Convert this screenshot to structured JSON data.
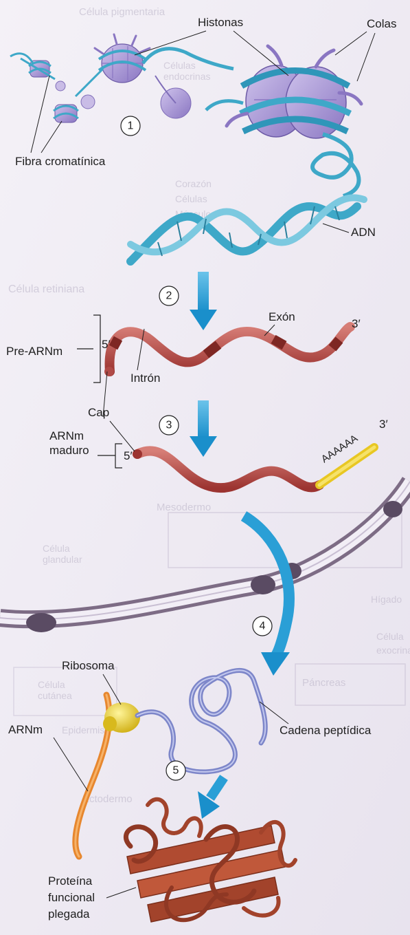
{
  "labels": {
    "histonas": "Histonas",
    "colas": "Colas",
    "fibra": "Fibra cromatínica",
    "adn": "ADN",
    "pre_arnm": "Pre-ARNm",
    "five_prime_a": "5′",
    "exon": "Exón",
    "three_prime_a": "3′",
    "intron": "Intrón",
    "cap": "Cap",
    "arnm_maduro_1": "ARNm",
    "arnm_maduro_2": "maduro",
    "five_prime_b": "5′",
    "polya": "AAAAAA",
    "three_prime_b": "3′",
    "ribosoma": "Ribosoma",
    "arnm": "ARNm",
    "cadena": "Cadena peptídica",
    "proteina_1": "Proteína",
    "proteina_2": "funcional",
    "proteina_3": "plegada"
  },
  "steps": [
    "1",
    "2",
    "3",
    "4",
    "5"
  ],
  "background_text": [
    "Célula pigmentaria",
    "Células",
    "endocrinas",
    "Corazón",
    "Células",
    "Músculo",
    "Célula retiniana",
    "Célula",
    "glandular",
    "Mesodermo",
    "Páncreas",
    "Célula",
    "cutánea",
    "Epidermis",
    "Ectodermo",
    "Hígado",
    "Célula",
    "exocrina"
  ],
  "colors": {
    "histone": "#a796d2",
    "dna": "#3ea8c8",
    "rna": "#b04a47",
    "polya": "#f1d43a",
    "arrow": "#2a9fd6",
    "ribosome": "#ecd32c",
    "peptide": "#7d86c9",
    "protein": "#a2432b",
    "membrane": "#7d6c85"
  }
}
